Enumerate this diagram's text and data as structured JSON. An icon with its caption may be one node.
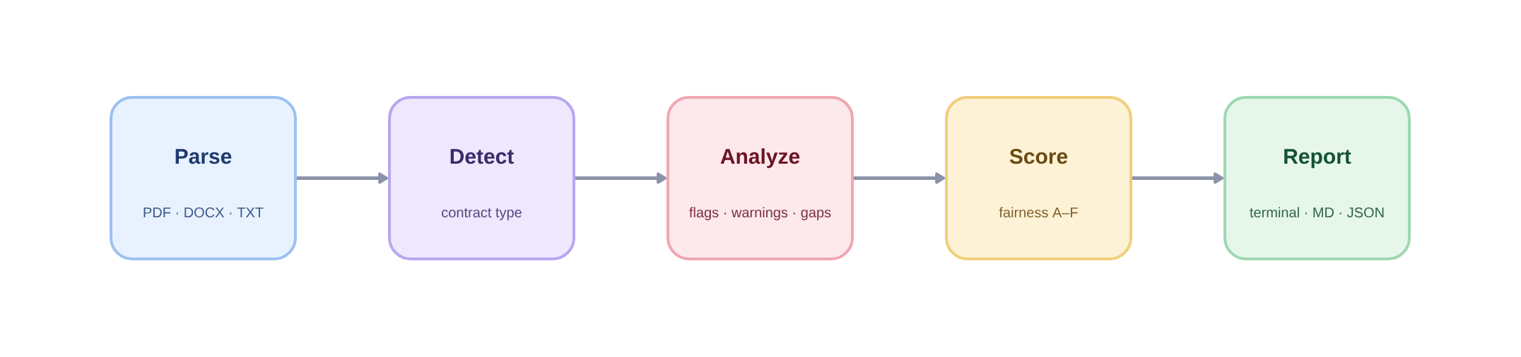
{
  "diagram": {
    "nodes": [
      {
        "text": [
          "Parse",
          "PDF · DOCX · TXT"
        ]
      },
      {
        "text": [
          "Detect",
          "contract type"
        ]
      },
      {
        "text": [
          "Analyze",
          "flags · warnings · gaps"
        ]
      },
      {
        "text": [
          "Score",
          "fairness A–F"
        ]
      },
      {
        "text": [
          "Report",
          "terminal · MD · JSON"
        ]
      }
    ],
    "edges": [
      {
        "from": 0,
        "to": 1,
        "arrow": "to"
      },
      {
        "from": 1,
        "to": 2,
        "arrow": "to"
      },
      {
        "from": 2,
        "to": 3,
        "arrow": "to"
      },
      {
        "from": 3,
        "to": 4,
        "arrow": "to"
      }
    ]
  }
}
